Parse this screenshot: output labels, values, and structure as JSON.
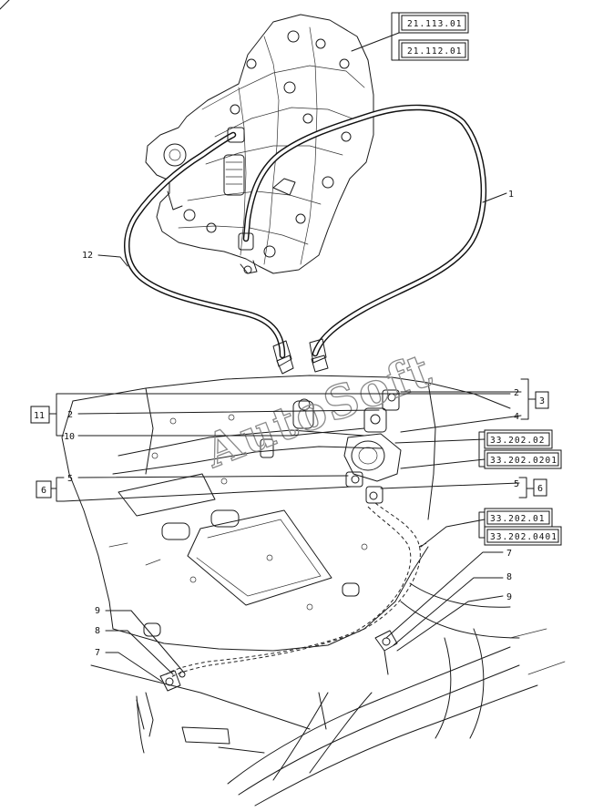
{
  "diagram": {
    "watermark": "AutoSoft",
    "callouts": [
      "1",
      "2",
      "3",
      "4",
      "5",
      "6",
      "7",
      "8",
      "9",
      "10",
      "11",
      "12"
    ],
    "reference_codes": {
      "top_1": "21.113.01",
      "top_2": "21.112.01",
      "mid_1": "33.202.02",
      "mid_2": "33.202.0201",
      "low_1": "33.202.01",
      "low_2": "33.202.0401"
    }
  }
}
